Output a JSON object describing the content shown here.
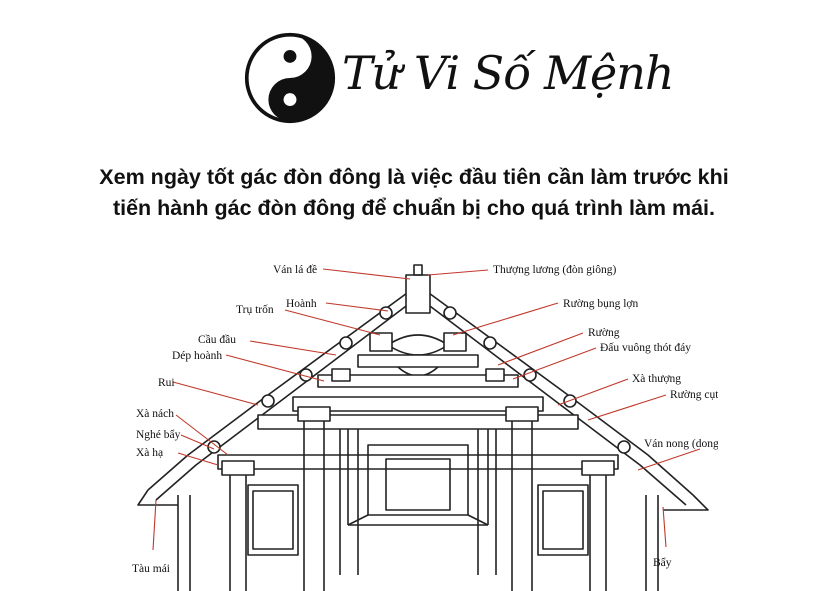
{
  "brand": {
    "name": "Tử Vi Số Mệnh",
    "logo_icon": "yin-yang-icon"
  },
  "headline": {
    "line1": "Xem ngày tốt gác đòn đông là việc đầu tiên cần làm trước khi",
    "line2": "tiến hành gác đòn đông để chuẩn bị cho quá trình làm mái."
  },
  "diagram": {
    "labels": {
      "van_la_de": "Ván lá đề",
      "thuong_luong": "Thượng lương (đòn giông)",
      "hoanh": "Hoành",
      "ruong_bung_lon": "Rường bụng lợn",
      "tru_tron": "Trụ trốn",
      "ruong": "Rường",
      "cau_dau": "Cầu đầu",
      "dau_vuong": "Đấu vuông thót đáy",
      "dep_hoanh": "Dép hoành",
      "xa_thuong": "Xà thượng",
      "rui": "Rui",
      "ruong_cut": "Rường cụt",
      "xa_nach": "Xà nách",
      "nghe_bay": "Nghé bẩy",
      "xa_ha": "Xà hạ",
      "van_nong": "Ván nong (dong",
      "tau_mai": "Tàu mái",
      "bay": "Bẩy"
    },
    "colors": {
      "leader": "#c0392b",
      "line": "#222222"
    }
  }
}
